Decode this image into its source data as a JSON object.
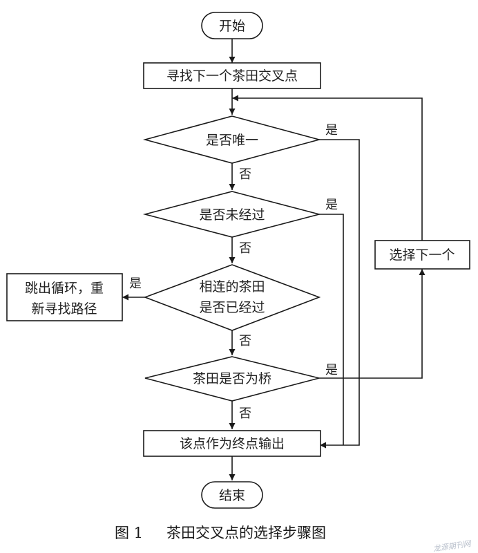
{
  "nodes": {
    "start": "开始",
    "find_next": "寻找下一个茶田交叉点",
    "is_unique": "是否唯一",
    "not_visited": "是否未经过",
    "connected_line1": "相连的茶田",
    "connected_line2": "是否已经过",
    "is_bridge": "茶田是否为桥",
    "output_end_point": "该点作为终点输出",
    "end": "结束",
    "select_next": "选择下一个",
    "break_line1": "跳出循环，重",
    "break_line2": "新寻找路径"
  },
  "edge_labels": {
    "yes": "是",
    "no": "否"
  },
  "caption": {
    "label": "图 1",
    "title": "茶田交叉点的选择步骤图"
  },
  "watermark": "龙源期刊网",
  "colors": {
    "line": "#1a1a1a",
    "text": "#222222",
    "background": "#ffffff"
  }
}
